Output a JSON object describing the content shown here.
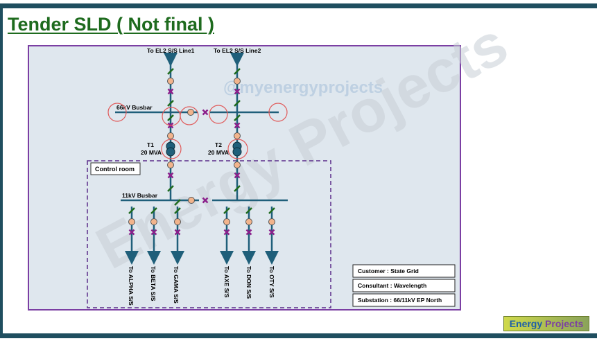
{
  "title": "Tender SLD ( Not final )",
  "watermark_handle": "@myenergyprojects",
  "watermark_text": "Energy Projects",
  "logo": {
    "part1": "Energy",
    "part2": "Projects"
  },
  "lines": {
    "line1": "To EL2 S/S Line1",
    "line2": "To EL2 S/S Line2"
  },
  "busbars": {
    "hv": "66kV Busbar",
    "lv": "11kV Busbar"
  },
  "transformers": [
    {
      "name": "T1",
      "rating": "20 MVA"
    },
    {
      "name": "T2",
      "rating": "20 MVA"
    }
  ],
  "control_room": "Control room",
  "feeders": [
    "To ALPHA S/S",
    "To BETA S/S",
    "To GAMA S/S",
    "To AXE S/S",
    "To DON S/S",
    "To OTY S/S"
  ],
  "info": {
    "customer": "Customer :  State Grid",
    "consultant": "Consultant : Wavelength",
    "substation": "Substation : 66/11kV EP North"
  },
  "colors": {
    "line": "#1f5f7a",
    "breaker": "#8b1f8b",
    "isolator": "#1e6b1e",
    "ct": "#f2b48c",
    "highlight": "#e05a5a",
    "panel_border": "#7b3fa3"
  }
}
